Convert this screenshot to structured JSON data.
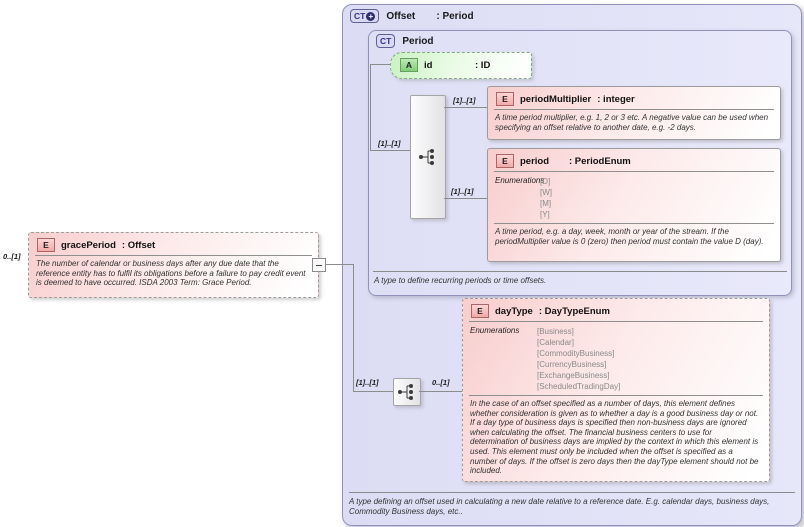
{
  "badges": {
    "complex_type": "CT",
    "element": "E",
    "attribute": "A",
    "extension_plus": "+"
  },
  "grace_period": {
    "cardinality": "0..[1]",
    "name": "gracePeriod",
    "type": ": Offset",
    "doc": "The number of calendar or business days after any due date that the reference entity has to fulfil its obligations before a failure to pay credit event is deemed to have occurred. ISDA 2003 Term: Grace Period."
  },
  "offset_type": {
    "name": "Offset",
    "type": ": Period",
    "doc": "A type defining an offset used in calculating a new date relative to a reference date. E.g. calendar days, business days, Commodity Business days, etc..",
    "sequence2": {
      "cardinality_left": "[1]..[1]",
      "cardinality_right": "0..[1]"
    },
    "day_type": {
      "name": "dayType",
      "type": ": DayTypeEnum",
      "enum_label": "Enumerations",
      "enums": [
        "[Business]",
        "[Calendar]",
        "[CommodityBusiness]",
        "[CurrencyBusiness]",
        "[ExchangeBusiness]",
        "[ScheduledTradingDay]"
      ],
      "doc": "In the case of an offset specified as a number of days, this element defines whether consideration is given as to whether a day is a good business day or not. If a day type of business days is specified then non-business days are ignored when calculating the offset. The financial business centers to use for determination of business days are implied by the context in which this element is used. This element must only be included when the offset is specified as a number of days. If the offset is zero days then the dayType element should not be included."
    }
  },
  "period_type": {
    "title": "Period",
    "doc": "A type to define recurring periods or time offsets.",
    "attribute_id": {
      "name": "id",
      "type": ": ID"
    },
    "sequence1": {
      "cardinality_left": "[1]..[1]"
    },
    "period_multiplier": {
      "cardinality": "[1]..[1]",
      "name": "periodMultiplier",
      "type": ": integer",
      "doc": "A time period multiplier, e.g. 1, 2 or 3 etc. A negative value can be used when specifying an offset relative to another date, e.g. -2 days."
    },
    "period": {
      "cardinality": "[1]..[1]",
      "name": "period",
      "type": ": PeriodEnum",
      "enum_label": "Enumerations",
      "enums": [
        "[D]",
        "[W]",
        "[M]",
        "[Y]"
      ],
      "doc": "A time period, e.g. a day, week, month or year of the stream. If the periodMultiplier value is 0 (zero) then period must contain the value D (day)."
    }
  }
}
